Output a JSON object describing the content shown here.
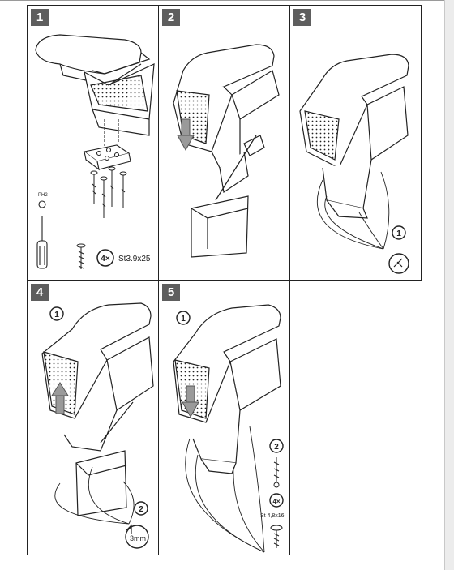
{
  "steps": [
    {
      "number": "1",
      "tool_label": "PH2",
      "qty": "4×",
      "screw_spec": "St3.9x25"
    },
    {
      "number": "2"
    },
    {
      "number": "3",
      "callout": "1"
    },
    {
      "number": "4",
      "callout_a": "1",
      "callout_b": "2",
      "hex_size": "3mm"
    },
    {
      "number": "5",
      "callout_a": "1",
      "callout_b": "2",
      "qty": "4×",
      "screw_spec": "St 4,8x16"
    }
  ],
  "colors": {
    "badge": "#5e5e5e",
    "line": "#222222",
    "arrow": "#9a9a9a"
  }
}
